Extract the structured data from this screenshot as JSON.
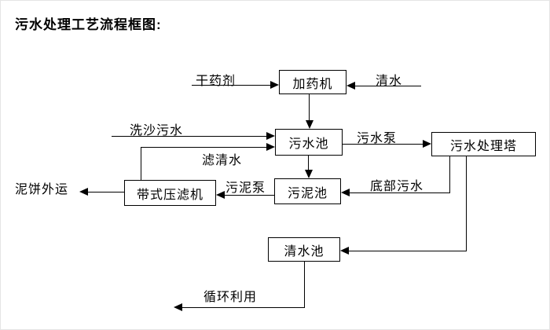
{
  "title": "污水处理工艺流程框图:",
  "diagram": {
    "type": "flowchart",
    "nodes": {
      "dosing_machine": "加药机",
      "sewage_pool": "污水池",
      "treatment_tower": "污水处理塔",
      "sludge_pool": "污泥池",
      "belt_filter_press": "带式压滤机",
      "clean_water_pool": "清水池"
    },
    "flow_labels": {
      "dry_chemical": "干药剂",
      "clean_water": "清水",
      "sand_washing_sewage": "洗沙污水",
      "sewage_pump": "污水泵",
      "filtered_water": "滤清水",
      "sludge_pump": "污泥泵",
      "bottom_sewage": "底部污水",
      "mud_cake_out": "泥饼外运",
      "recycle": "循环利用"
    },
    "edges": [
      {
        "from": "dry_chemical_source",
        "to": "dosing_machine",
        "label": "干药剂"
      },
      {
        "from": "clean_water_source",
        "to": "dosing_machine",
        "label": "清水"
      },
      {
        "from": "dosing_machine",
        "to": "sewage_pool",
        "label": ""
      },
      {
        "from": "sand_washing_source",
        "to": "sewage_pool",
        "label": "洗沙污水"
      },
      {
        "from": "belt_filter_press",
        "to": "sewage_pool",
        "label": "滤清水"
      },
      {
        "from": "sewage_pool",
        "to": "treatment_tower",
        "label": "污水泵"
      },
      {
        "from": "sewage_pool",
        "to": "sludge_pool",
        "label": ""
      },
      {
        "from": "treatment_tower",
        "to": "sludge_pool",
        "label": "底部污水"
      },
      {
        "from": "sludge_pool",
        "to": "belt_filter_press",
        "label": "污泥泵"
      },
      {
        "from": "belt_filter_press",
        "to": "out",
        "label": "泥饼外运"
      },
      {
        "from": "treatment_tower",
        "to": "clean_water_pool",
        "label": ""
      },
      {
        "from": "clean_water_pool",
        "to": "out",
        "label": "循环利用"
      }
    ],
    "colors": {
      "line": "#000000",
      "box_border": "#000000",
      "box_fill": "#ffffff",
      "text": "#000000",
      "background": "#ffffff"
    }
  }
}
